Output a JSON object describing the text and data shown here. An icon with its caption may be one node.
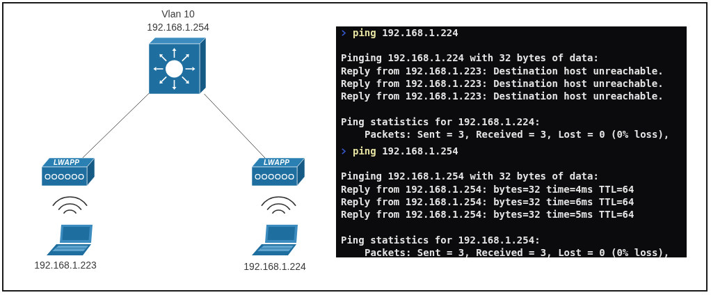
{
  "diagram": {
    "nodes": [
      {
        "text": [],
        "shape": "picture",
        "beside": [
          "Vlan 10",
          "192.168.1.254"
        ]
      },
      {
        "text": [
          "LWAPP"
        ]
      },
      {
        "text": [
          "LWAPP"
        ]
      },
      {
        "text": [],
        "shape": "picture",
        "beside": [
          "192.168.1.223"
        ]
      },
      {
        "text": [],
        "shape": "picture",
        "beside": [
          "192.168.1.224"
        ]
      },
      {
        "text": [
          "ping 192.168.1.224",
          "Pinging 192.168.1.224 with 32 bytes of data:",
          "Reply from 192.168.1.223: Destination host unreachable.",
          "Reply from 192.168.1.223: Destination host unreachable.",
          "Reply from 192.168.1.223: Destination host unreachable.",
          "Ping statistics for 192.168.1.224:",
          "Packets: Sent = 3, Received = 3, Lost = 0 (0% loss),",
          "ping 192.168.1.254",
          "Pinging 192.168.1.254 with 32 bytes of data:",
          "Reply from 192.168.1.254: bytes=32 time=4ms TTL=64",
          "Reply from 192.168.1.254: bytes=32 time=6ms TTL=64",
          "Reply from 192.168.1.254: bytes=32 time=5ms TTL=64",
          "Ping statistics for 192.168.1.254:",
          "Packets: Sent = 3, Received = 3, Lost = 0 (0% loss),"
        ]
      }
    ],
    "edges": [
      {
        "from": 0,
        "to": 1,
        "arrow": "none"
      },
      {
        "from": 0,
        "to": 2,
        "arrow": "none"
      }
    ]
  }
}
